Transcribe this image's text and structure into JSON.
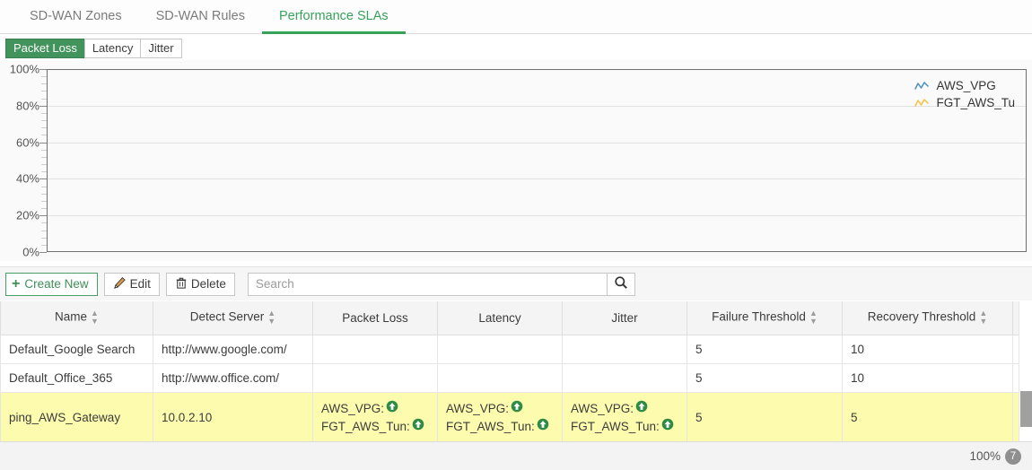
{
  "tabs": [
    {
      "label": "SD-WAN Zones",
      "active": false
    },
    {
      "label": "SD-WAN Rules",
      "active": false
    },
    {
      "label": "Performance SLAs",
      "active": true
    }
  ],
  "metric_tabs": [
    {
      "label": "Packet Loss",
      "active": true
    },
    {
      "label": "Latency",
      "active": false
    },
    {
      "label": "Jitter",
      "active": false
    }
  ],
  "chart_data": {
    "type": "line",
    "title": "",
    "xlabel": "",
    "ylabel": "",
    "ylim": [
      0,
      100
    ],
    "yticks": [
      "0%",
      "20%",
      "40%",
      "60%",
      "80%",
      "100%"
    ],
    "ytick_values": [
      0,
      20,
      40,
      60,
      80,
      100
    ],
    "grid": true,
    "legend_position": "top-right",
    "series": [
      {
        "name": "AWS_VPG",
        "color": "#4a90c4",
        "values": []
      },
      {
        "name": "FGT_AWS_Tu",
        "color": "#f5c242",
        "values": []
      }
    ]
  },
  "toolbar": {
    "create_new_label": "Create New",
    "edit_label": "Edit",
    "delete_label": "Delete",
    "search_placeholder": "Search",
    "search_value": ""
  },
  "table": {
    "columns": [
      {
        "label": "Name",
        "sortable": true
      },
      {
        "label": "Detect Server",
        "sortable": true
      },
      {
        "label": "Packet Loss",
        "sortable": false
      },
      {
        "label": "Latency",
        "sortable": false
      },
      {
        "label": "Jitter",
        "sortable": false
      },
      {
        "label": "Failure Threshold",
        "sortable": true
      },
      {
        "label": "Recovery Threshold",
        "sortable": true
      }
    ],
    "rows": [
      {
        "selected": false,
        "name": "Default_Google Search",
        "detect_server": "http://www.google.com/",
        "packet_loss": [],
        "latency": [],
        "jitter": [],
        "failure_threshold": "5",
        "recovery_threshold": "10"
      },
      {
        "selected": false,
        "name": "Default_Office_365",
        "detect_server": "http://www.office.com/",
        "packet_loss": [],
        "latency": [],
        "jitter": [],
        "failure_threshold": "5",
        "recovery_threshold": "10"
      },
      {
        "selected": true,
        "name": "ping_AWS_Gateway",
        "detect_server": "10.0.2.10",
        "packet_loss": [
          {
            "label": "AWS_VPG:",
            "status": "up"
          },
          {
            "label": "FGT_AWS_Tun:",
            "status": "up"
          }
        ],
        "latency": [
          {
            "label": "AWS_VPG:",
            "status": "up"
          },
          {
            "label": "FGT_AWS_Tun:",
            "status": "up"
          }
        ],
        "jitter": [
          {
            "label": "AWS_VPG:",
            "status": "up"
          },
          {
            "label": "FGT_AWS_Tun:",
            "status": "up"
          }
        ],
        "failure_threshold": "5",
        "recovery_threshold": "5"
      }
    ]
  },
  "statusbar": {
    "zoom_level": "100%",
    "count": "7"
  }
}
